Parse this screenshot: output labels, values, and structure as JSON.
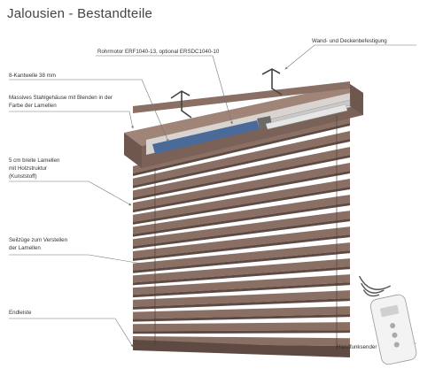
{
  "title": "Jalousien - Bestandteile",
  "labels": {
    "motor": "Rohrmotor ERF1040-13, optional ERSDC1040-10",
    "wall_mount": "Wand- und Deckenbefestigung",
    "shaft": "8-Kantwelle 38 mm",
    "housing_line1": "Massives Stahlgehäuse mit Blenden in der",
    "housing_line2": "Farbe der Lamellen",
    "slats_line1": "5 cm breite Lamellen",
    "slats_line2": "mit Holzstruktur",
    "slats_line3": "(Kunststoff)",
    "cords_line1": "Seilzüge zum Verstellen",
    "cords_line2": "der Lamellen",
    "endbar": "Endleiste",
    "remote": "Handfunksender"
  },
  "colors": {
    "slat": "#8a6f64",
    "slat_dark": "#5e4a42",
    "housing": "#a08478",
    "motor": "#4a6a9a",
    "rail": "#c9c9c9",
    "leader": "#777777"
  },
  "slat_count": 15
}
